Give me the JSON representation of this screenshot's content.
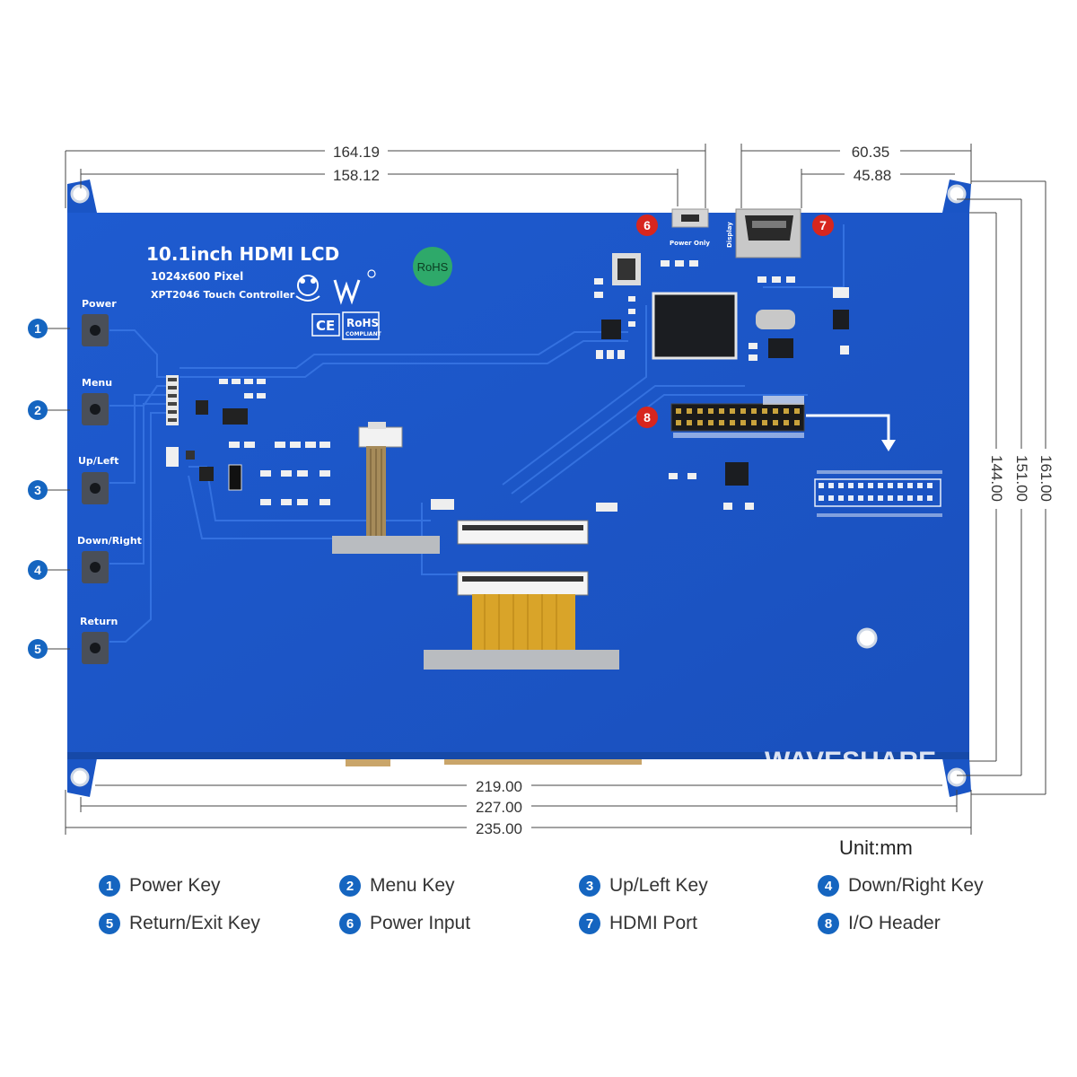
{
  "board": {
    "title": "10.1inch HDMI LCD",
    "subtitle": "1024x600 Pixel",
    "controller": "XPT2046 Touch Controller",
    "rohs_badge": "RoHS",
    "ce_mark": "CE",
    "rohs_mark": "RoHS",
    "rohs_compliant": "COMPLIANT",
    "power_only": "Power Only",
    "display_label": "Display",
    "watermark": "WAVESHARE",
    "brand_color": "#1a5fc8"
  },
  "keys": [
    {
      "num": "1",
      "label": "Power"
    },
    {
      "num": "2",
      "label": "Menu"
    },
    {
      "num": "3",
      "label": "Up/Left"
    },
    {
      "num": "4",
      "label": "Down/Right"
    },
    {
      "num": "5",
      "label": "Return"
    }
  ],
  "callouts": {
    "power_input": "6",
    "hdmi": "7",
    "io_header": "8"
  },
  "dimensions": {
    "top_1": "164.19",
    "top_2": "158.12",
    "top_right_1": "60.35",
    "top_right_2": "45.88",
    "bottom_1": "219.00",
    "bottom_2": "227.00",
    "bottom_3": "235.00",
    "right_1": "144.00",
    "right_2": "151.00",
    "right_3": "161.00"
  },
  "unit": "Unit:mm",
  "legend": [
    {
      "num": "1",
      "text": "Power Key"
    },
    {
      "num": "2",
      "text": "Menu Key"
    },
    {
      "num": "3",
      "text": "Up/Left Key"
    },
    {
      "num": "4",
      "text": "Down/Right Key"
    },
    {
      "num": "5",
      "text": "Return/Exit Key"
    },
    {
      "num": "6",
      "text": "Power Input"
    },
    {
      "num": "7",
      "text": "HDMI Port"
    },
    {
      "num": "8",
      "text": "I/O Header"
    }
  ]
}
